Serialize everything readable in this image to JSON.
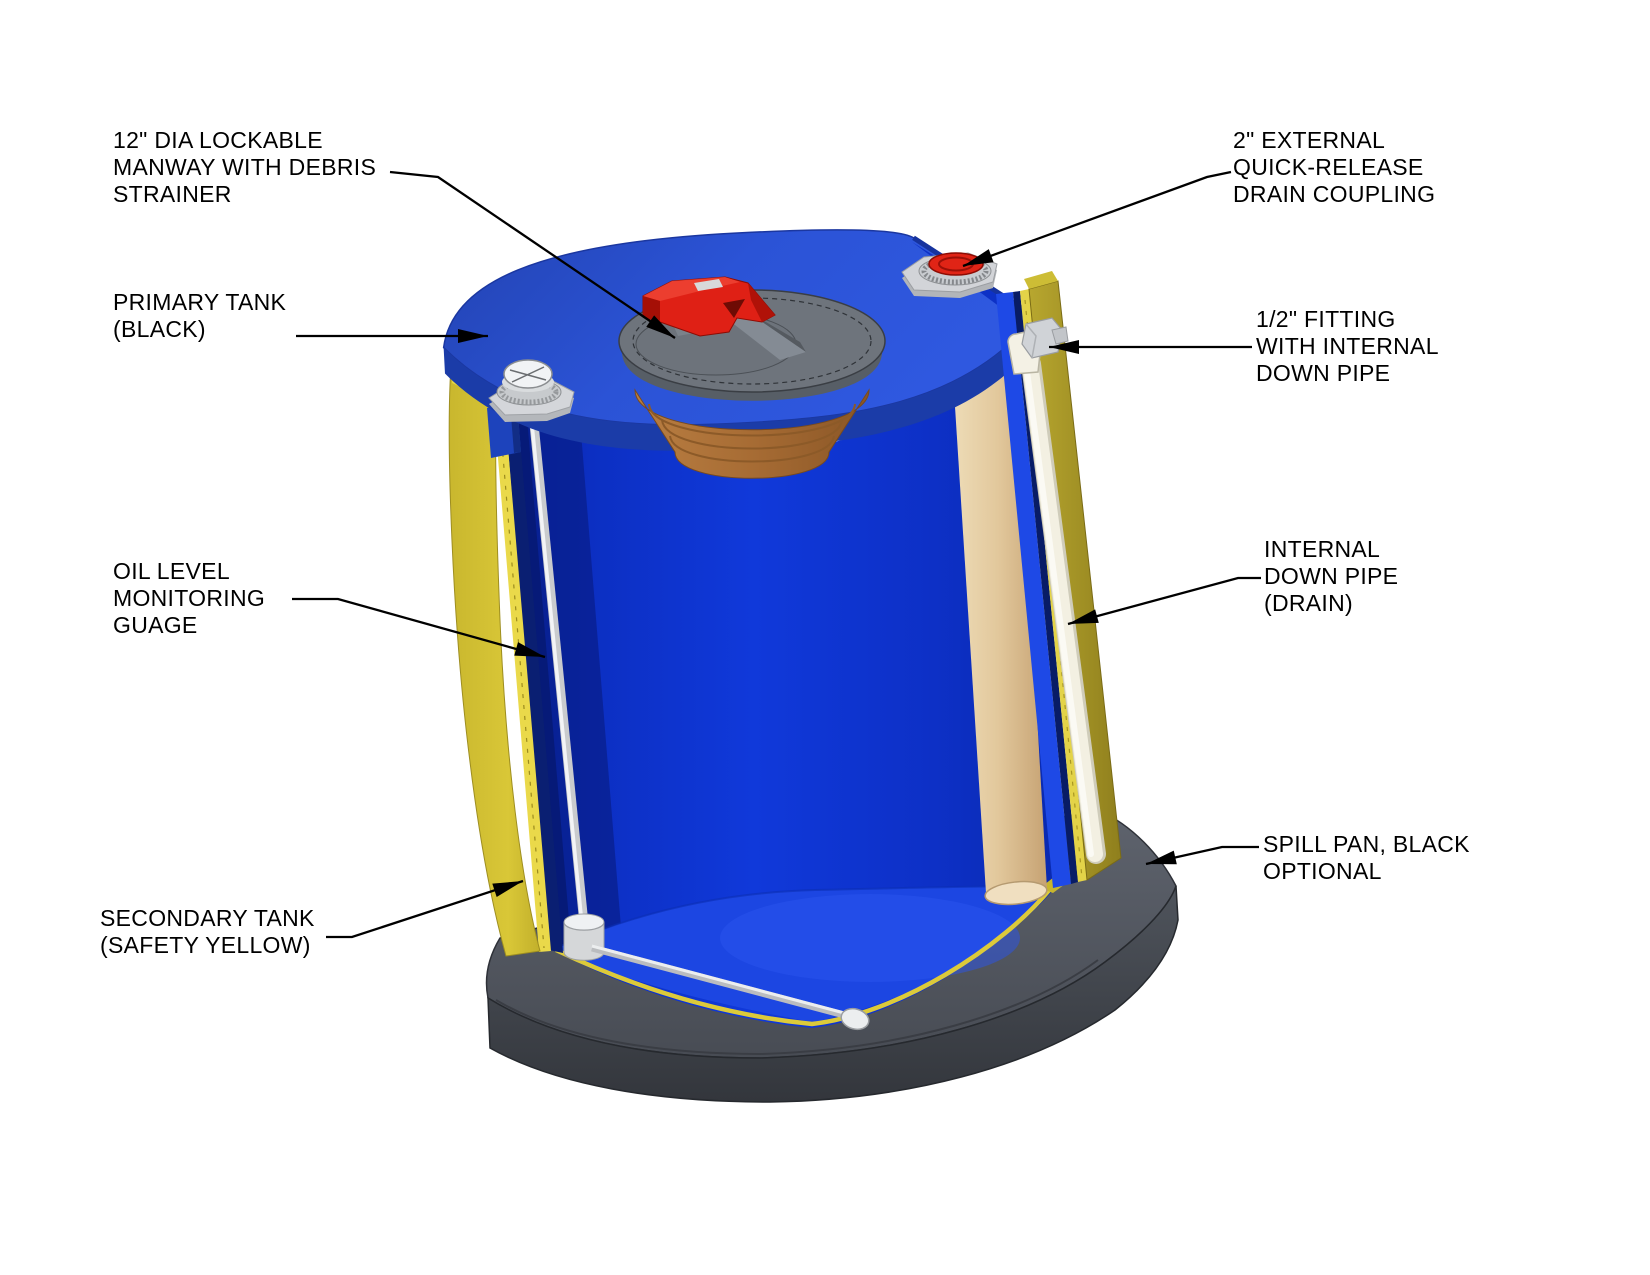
{
  "diagram": {
    "kind": "tank-cutaway-technical-illustration",
    "labels": {
      "manway": {
        "lines": [
          "12\" DIA LOCKABLE",
          "MANWAY WITH DEBRIS",
          "STRAINER"
        ]
      },
      "primary_tank": {
        "lines": [
          "PRIMARY TANK",
          "(BLACK)"
        ]
      },
      "drain_coupling": {
        "lines": [
          "2\" EXTERNAL",
          "QUICK-RELEASE",
          "DRAIN COUPLING"
        ]
      },
      "half_inch_fitting": {
        "lines": [
          "1/2\" FITTING",
          "WITH INTERNAL",
          "DOWN PIPE"
        ]
      },
      "oil_level_gauge": {
        "lines": [
          "OIL LEVEL",
          "MONITORING",
          "GUAGE"
        ]
      },
      "internal_down_pipe": {
        "lines": [
          "INTERNAL",
          "DOWN PIPE",
          "(DRAIN)"
        ]
      },
      "secondary_tank": {
        "lines": [
          "SECONDARY TANK",
          "(SAFETY YELLOW)"
        ]
      },
      "spill_pan": {
        "lines": [
          "SPILL PAN, BLACK",
          "OPTIONAL"
        ]
      }
    },
    "colors": {
      "primary_tank_blue": "#1139da",
      "tank_top_blue": "#2b53d6",
      "secondary_tank_yellow": "#d8c636",
      "spill_pan_gray": "#4b5058",
      "manway_lid_gray": "#6e747c",
      "handle_red": "#df2015",
      "strainer_brown": "#a76c34",
      "drain_pipe_tan": "#e2c89c",
      "down_pipe_white": "#f3f0e2",
      "leader_line_black": "#000000"
    }
  }
}
